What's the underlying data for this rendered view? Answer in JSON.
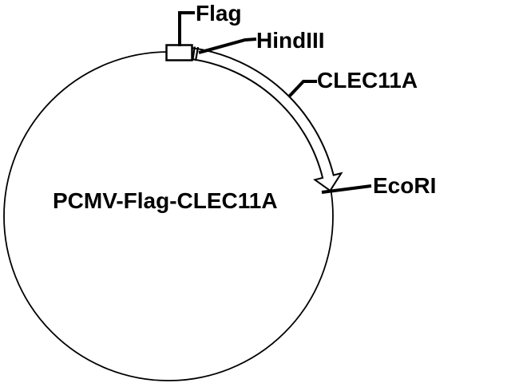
{
  "diagram": {
    "type": "plasmid-map",
    "plasmid_name": "PCMV-Flag-CLEC11A",
    "features": [
      {
        "label": "Flag",
        "kind": "tag-box",
        "position": "top of circle"
      },
      {
        "label": "HindIII",
        "kind": "restriction-site",
        "position": "top, right of Flag box"
      },
      {
        "label": "CLEC11A",
        "kind": "gene-arrow",
        "position": "clockwise arc from top to right side"
      },
      {
        "label": "EcoRI",
        "kind": "restriction-site",
        "position": "right side of circle at arrow tip"
      }
    ],
    "colors": {
      "line": "#000000",
      "background": "#ffffff"
    }
  }
}
